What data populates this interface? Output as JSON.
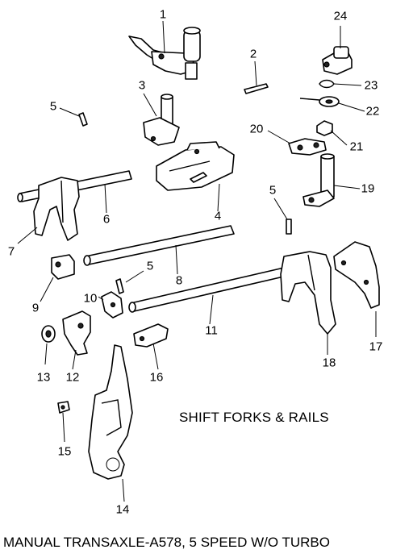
{
  "diagram": {
    "section_label": "SHIFT FORKS & RAILS",
    "caption": "MANUAL TRANSAXLE-A578, 5 SPEED W/O TURBO",
    "callouts": [
      {
        "id": "c1",
        "label": "1"
      },
      {
        "id": "c2",
        "label": "2"
      },
      {
        "id": "c3",
        "label": "3"
      },
      {
        "id": "c4",
        "label": "4"
      },
      {
        "id": "c5a",
        "label": "5"
      },
      {
        "id": "c5b",
        "label": "5"
      },
      {
        "id": "c5c",
        "label": "5"
      },
      {
        "id": "c6",
        "label": "6"
      },
      {
        "id": "c7",
        "label": "7"
      },
      {
        "id": "c8",
        "label": "8"
      },
      {
        "id": "c9",
        "label": "9"
      },
      {
        "id": "c10",
        "label": "10"
      },
      {
        "id": "c11",
        "label": "11"
      },
      {
        "id": "c12",
        "label": "12"
      },
      {
        "id": "c13",
        "label": "13"
      },
      {
        "id": "c14",
        "label": "14"
      },
      {
        "id": "c15",
        "label": "15"
      },
      {
        "id": "c16",
        "label": "16"
      },
      {
        "id": "c17",
        "label": "17"
      },
      {
        "id": "c18",
        "label": "18"
      },
      {
        "id": "c19",
        "label": "19"
      },
      {
        "id": "c20",
        "label": "20"
      },
      {
        "id": "c21",
        "label": "21"
      },
      {
        "id": "c22",
        "label": "22"
      },
      {
        "id": "c23",
        "label": "23"
      },
      {
        "id": "c24",
        "label": "24"
      }
    ]
  }
}
